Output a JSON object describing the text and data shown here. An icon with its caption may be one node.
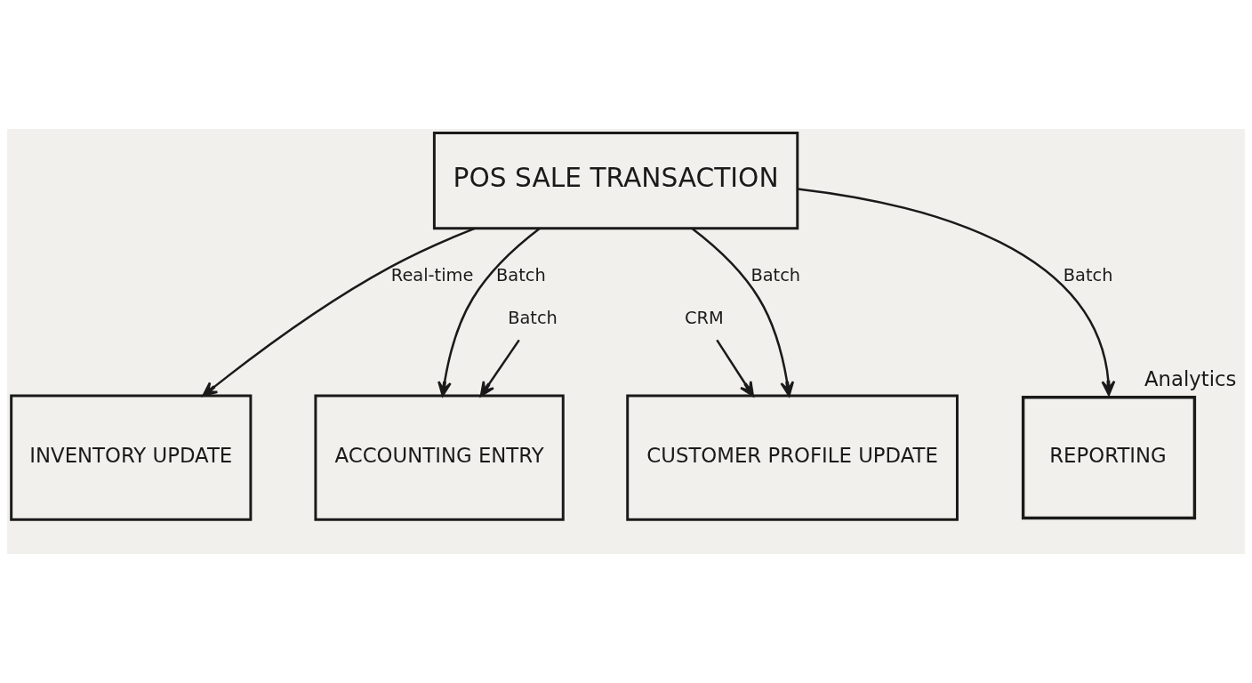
{
  "diagram": {
    "nodes": [
      {
        "text": [
          "POS SALE TRANSACTION"
        ]
      },
      {
        "text": [
          "INVENTORY UPDATE"
        ]
      },
      {
        "text": [
          "ACCOUNTING ENTRY"
        ]
      },
      {
        "text": [
          "CUSTOMER PROFILE UPDATE"
        ]
      },
      {
        "text": [
          "REPORTING"
        ],
        "beside": [
          "Analytics"
        ]
      },
      {
        "text": [
          "Batch"
        ]
      },
      {
        "text": [
          "CRM"
        ]
      }
    ],
    "edges": [
      {
        "from": 0,
        "to": 1,
        "arrow": "to",
        "label": "Real-time"
      },
      {
        "from": 0,
        "to": 2,
        "arrow": "to",
        "label": "Batch"
      },
      {
        "from": 0,
        "to": 3,
        "arrow": "to",
        "label": "Batch"
      },
      {
        "from": 0,
        "to": 4,
        "arrow": "to",
        "label": "Batch"
      },
      {
        "from": 5,
        "to": 2,
        "arrow": "to"
      },
      {
        "from": 6,
        "to": 3,
        "arrow": "to"
      }
    ]
  }
}
